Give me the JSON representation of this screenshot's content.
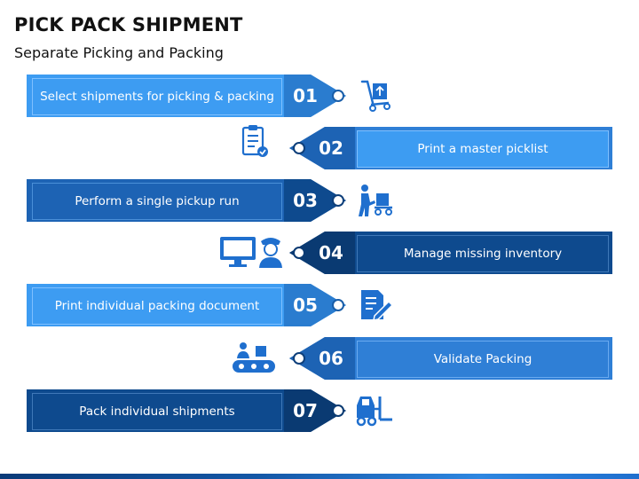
{
  "title": "PICK PACK SHIPMENT",
  "subtitle": "Separate Picking and Packing",
  "steps": [
    {
      "num": "01",
      "label": "Select shipments for picking & packing",
      "icon": "hand-truck-icon",
      "color": "#3d9cf2"
    },
    {
      "num": "02",
      "label": "Print a master picklist",
      "icon": "clipboard-icon",
      "color": "#2f7fd6"
    },
    {
      "num": "03",
      "label": "Perform a single pickup run",
      "icon": "worker-cart-icon",
      "color": "#1d63b4"
    },
    {
      "num": "04",
      "label": "Manage missing inventory",
      "icon": "monitor-operator-icon",
      "color": "#0e4a8e"
    },
    {
      "num": "05",
      "label": "Print individual packing document",
      "icon": "document-edit-icon",
      "color": "#3d9cf2"
    },
    {
      "num": "06",
      "label": "Validate Packing",
      "icon": "conveyor-worker-icon",
      "color": "#2f7fd6"
    },
    {
      "num": "07",
      "label": "Pack individual shipments",
      "icon": "forklift-icon",
      "color": "#0e4a8e"
    }
  ],
  "colors": {
    "icon": "#1f6fce",
    "dark": "#0e3f7a"
  }
}
